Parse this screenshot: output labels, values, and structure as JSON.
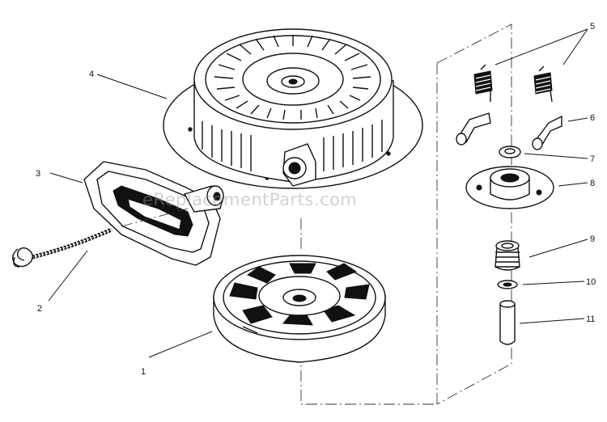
{
  "watermark": "eReplacementParts.com",
  "callouts": {
    "p1": "1",
    "p2": "2",
    "p3": "3",
    "p4": "4",
    "p5": "5",
    "p6": "6",
    "p7": "7",
    "p8": "8",
    "p9": "9",
    "p10": "10",
    "p11": "11"
  }
}
